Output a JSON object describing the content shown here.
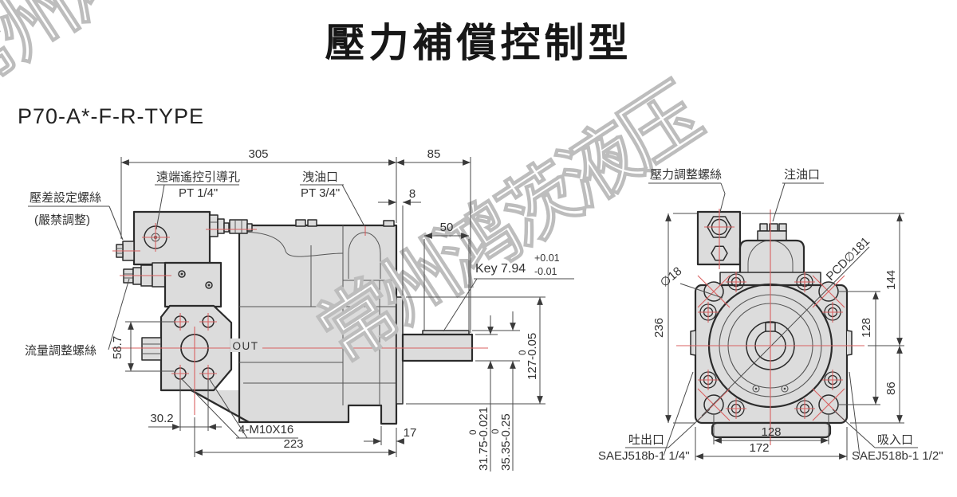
{
  "page": {
    "title": "壓力補償控制型",
    "model": "P70-A*-F-R-TYPE",
    "watermark": "常州鸿茨液压"
  },
  "side_view": {
    "labels": {
      "pressure_diff_screw": "壓差設定螺絲",
      "pressure_diff_screw_note": "(嚴禁調整)",
      "remote_pilot_port": "遠端遙控引導孔",
      "remote_pilot_port_size": "PT 1/4\"",
      "drain_port": "洩油口",
      "drain_port_size": "PT 3/4\"",
      "flow_adjust_screw": "流量調整螺絲",
      "out_port": "OUT",
      "mounting_thread": "4-M10X16"
    },
    "dims": {
      "overall_length": "305",
      "shaft_extension": "85",
      "pilot_depth": "8",
      "key_length": "50",
      "key_spec": "Key 7.94",
      "key_tol_upper": "+0.01",
      "key_tol_lower": "-0.01",
      "hole_spacing_vertical": "58.7",
      "hole_spacing_horizontal": "30.2",
      "body_length": "223",
      "rear_step": "17",
      "pilot_dia": "127-0.05",
      "pilot_dia_tol_upper": "0",
      "shaft_dia": "31.75-0.021",
      "shaft_dia_tol_upper": "0",
      "key_height": "35.35-0.25",
      "key_height_tol_upper": "0"
    }
  },
  "front_view": {
    "labels": {
      "pressure_adjust_screw": "壓力調整螺絲",
      "oil_fill_port": "注油口",
      "hole_dia": "∅18",
      "pitch_circle": "PCD∅181",
      "outlet_port": "吐出口",
      "outlet_port_size": "SAEJ518b-1 1/4\"",
      "inlet_port": "吸入口",
      "inlet_port_size": "SAEJ518b-1 1/2\""
    },
    "dims": {
      "overall_height": "236",
      "top_to_center": "144",
      "bolt_spacing_vertical": "128",
      "center_to_bottom": "86",
      "bolt_spacing_horizontal": "128",
      "overall_width": "172"
    }
  },
  "colors": {
    "line": "#2b2b2b",
    "centerline_red": "#d96060",
    "body_fill": "#dcdcdc",
    "watermark": "#bdbdbd"
  }
}
